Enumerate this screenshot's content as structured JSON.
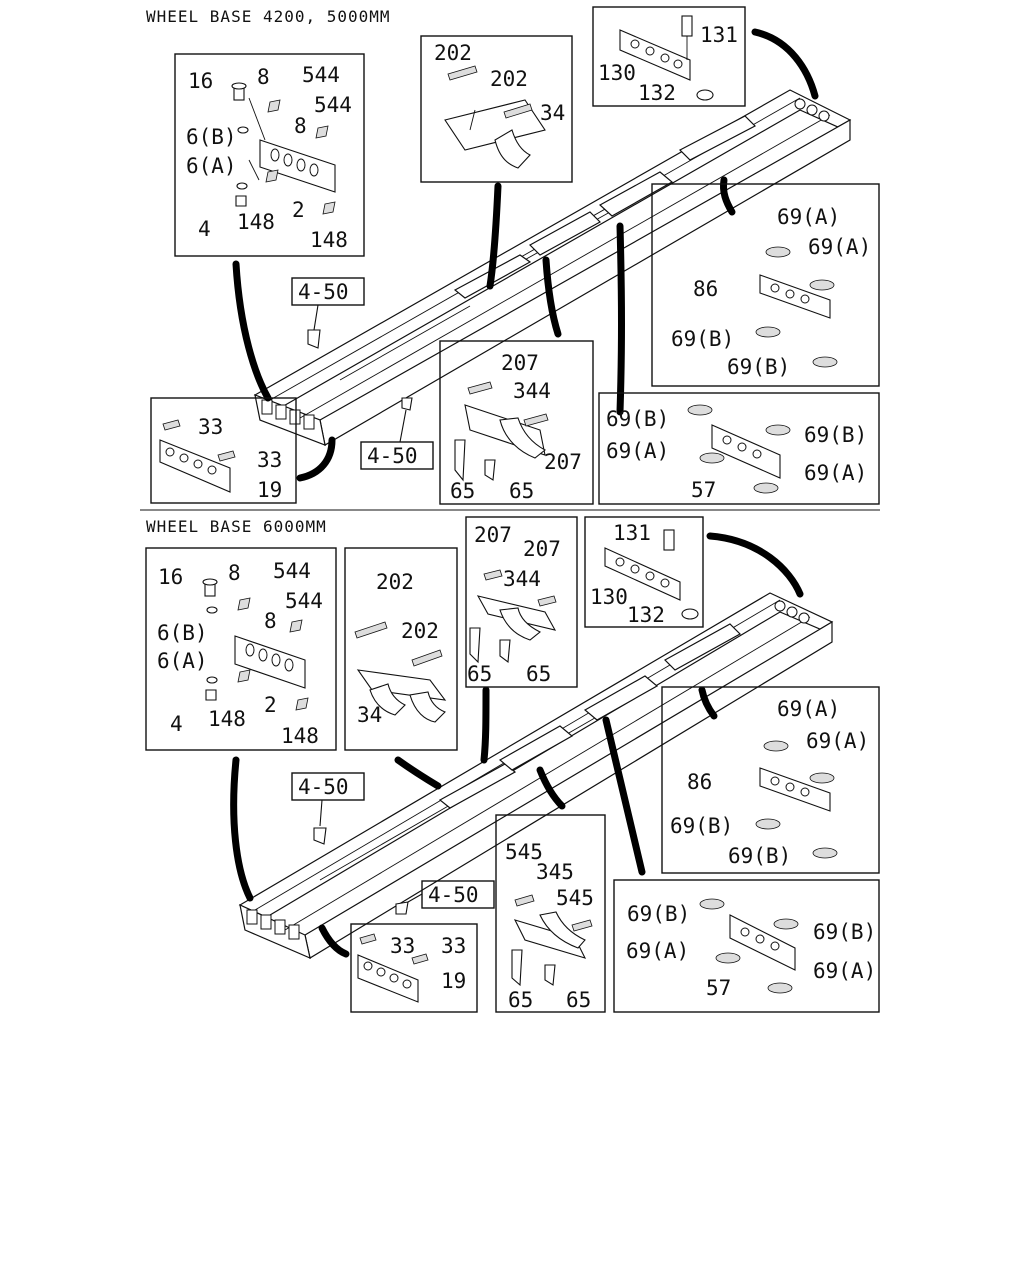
{
  "sections": [
    {
      "title": "WHEEL BASE 4200, 5000MM"
    },
    {
      "title": "WHEEL BASE 6000MM"
    }
  ],
  "ref_label": "4-50",
  "s1": {
    "a": [
      "16",
      "8",
      "544",
      "544",
      "8",
      "6(B)",
      "6(A)",
      "4",
      "148",
      "2",
      "148"
    ],
    "b": [
      "202",
      "202",
      "34"
    ],
    "c": [
      "131",
      "130",
      "132"
    ],
    "d": [
      "69(A)",
      "69(A)",
      "86",
      "69(B)",
      "69(B)"
    ],
    "e": [
      "207",
      "344",
      "207",
      "65",
      "65"
    ],
    "f": [
      "69(B)",
      "69(B)",
      "69(A)",
      "69(A)",
      "57"
    ],
    "g": [
      "33",
      "33",
      "19"
    ]
  },
  "s2": {
    "a": [
      "16",
      "8",
      "544",
      "544",
      "8",
      "6(B)",
      "6(A)",
      "4",
      "148",
      "2",
      "148"
    ],
    "b": [
      "202",
      "202",
      "34"
    ],
    "c": [
      "207",
      "207",
      "344",
      "65",
      "65"
    ],
    "d": [
      "131",
      "130",
      "132"
    ],
    "e": [
      "69(A)",
      "69(A)",
      "86",
      "69(B)",
      "69(B)"
    ],
    "f": [
      "545",
      "345",
      "545",
      "65",
      "65"
    ],
    "g": [
      "69(B)",
      "69(B)",
      "69(A)",
      "69(A)",
      "57"
    ],
    "h": [
      "33",
      "33",
      "19"
    ]
  }
}
